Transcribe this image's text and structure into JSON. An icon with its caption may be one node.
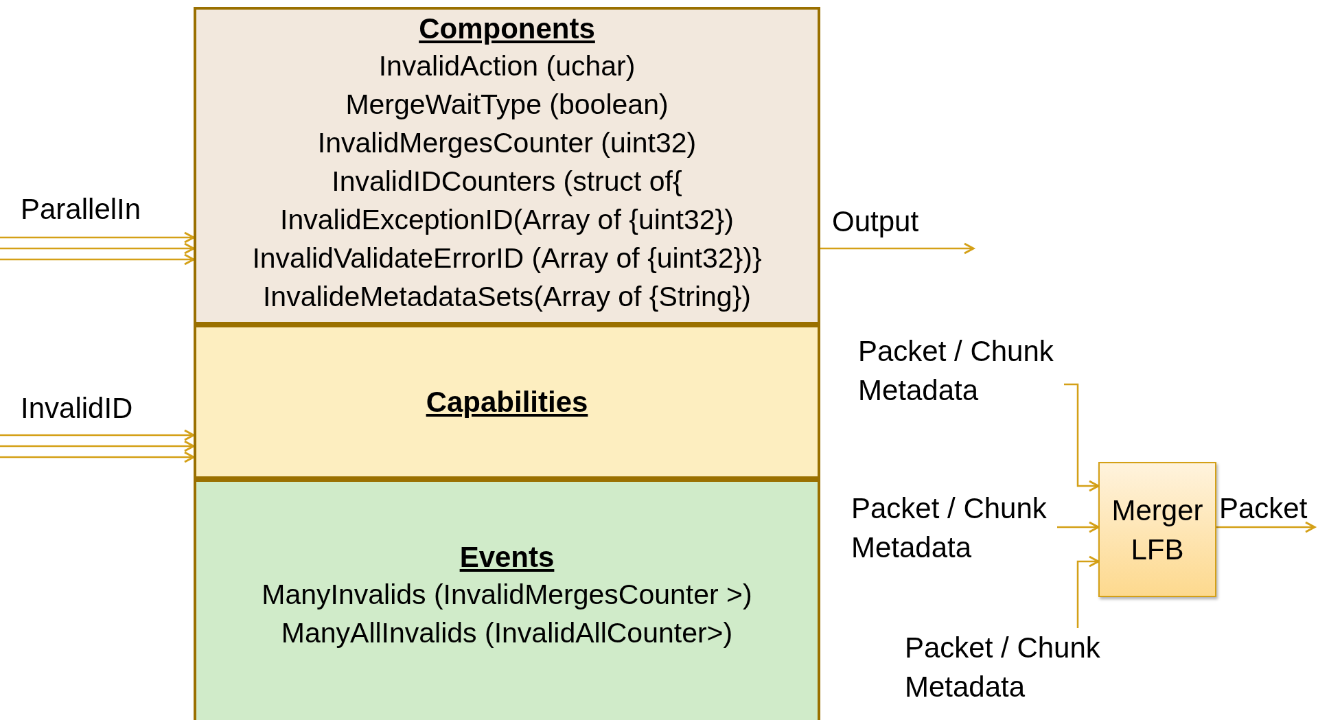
{
  "diagram": {
    "nodes": [
      {
        "text": [
          "Components",
          "InvalidAction (uchar)",
          "MergeWaitType (boolean)",
          "InvalidMergesCounter (uint32)",
          "InvalidIDCounters (struct of{",
          "InvalidExceptionID(Array of {uint32})",
          "InvalidValidateErrorID (Array of {uint32})}",
          "InvalideMetadataSets(Array of {String})"
        ]
      },
      {
        "text": [
          "Capabilities"
        ]
      },
      {
        "text": [
          "Events",
          "ManyInvalids (InvalidMergesCounter >)",
          "ManyAllInvalids (InvalidAllCounter>)"
        ]
      },
      {
        "text": [
          "Packet / Chunk Metadata"
        ]
      },
      {
        "text": [
          "Packet / Chunk Metadata"
        ]
      },
      {
        "text": [
          "Packet / Chunk Metadata"
        ]
      },
      {
        "text": [
          "Merger LFB"
        ]
      }
    ],
    "edges": [
      {
        "from": null,
        "to": 0,
        "arrow": "to",
        "label": "ParallelIn"
      },
      {
        "from": null,
        "to": 0,
        "arrow": "to"
      },
      {
        "from": null,
        "to": 0,
        "arrow": "to"
      },
      {
        "from": null,
        "to": 1,
        "arrow": "to",
        "label": "InvalidID"
      },
      {
        "from": null,
        "to": 1,
        "arrow": "to"
      },
      {
        "from": null,
        "to": 1,
        "arrow": "to"
      },
      {
        "from": 0,
        "to": null,
        "arrow": "to",
        "label": "Output"
      },
      {
        "from": 3,
        "to": 6,
        "arrow": "to"
      },
      {
        "from": 4,
        "to": 6,
        "arrow": "to"
      },
      {
        "from": 5,
        "to": 6,
        "arrow": "to"
      },
      {
        "from": 6,
        "to": null,
        "arrow": "to",
        "label": "Packet"
      }
    ]
  }
}
